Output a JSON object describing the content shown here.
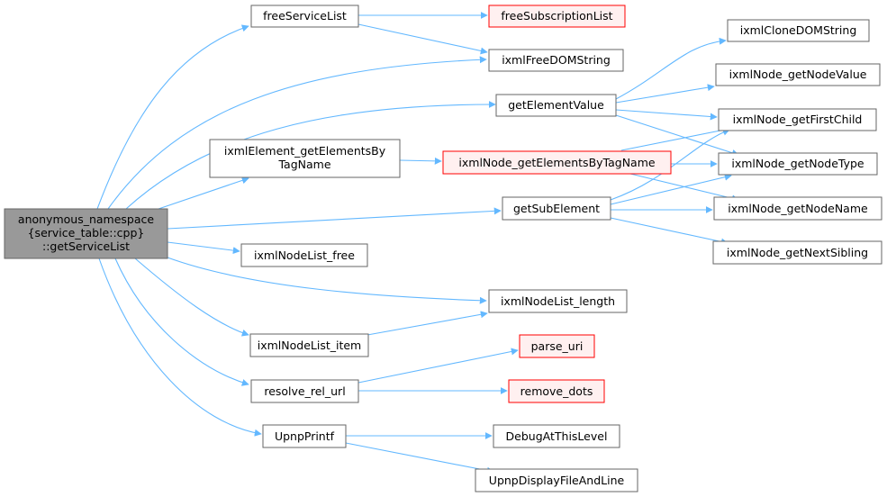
{
  "graph": {
    "root": {
      "lines": [
        "anonymous_namespace",
        "{service_table::cpp}",
        "::getServiceList"
      ]
    },
    "nodes": {
      "freeServiceList": "freeServiceList",
      "freeSubscriptionList": "freeSubscriptionList",
      "ixmlFreeDOMString": "ixmlFreeDOMString",
      "ixmlCloneDOMString": "ixmlCloneDOMString",
      "ixmlNode_getNodeValue": "ixmlNode_getNodeValue",
      "getElementValue": "getElementValue",
      "ixmlNode_getFirstChild": "ixmlNode_getFirstChild",
      "ixmlElement_getElementsByTagName_l1": "ixmlElement_getElementsBy",
      "ixmlElement_getElementsByTagName_l2": "TagName",
      "ixmlNode_getElementsByTagName": "ixmlNode_getElementsByTagName",
      "ixmlNode_getNodeType": "ixmlNode_getNodeType",
      "getSubElement": "getSubElement",
      "ixmlNode_getNodeName": "ixmlNode_getNodeName",
      "ixmlNode_getNextSibling": "ixmlNode_getNextSibling",
      "ixmlNodeList_free": "ixmlNodeList_free",
      "ixmlNodeList_length": "ixmlNodeList_length",
      "ixmlNodeList_item": "ixmlNodeList_item",
      "parse_uri": "parse_uri",
      "resolve_rel_url": "resolve_rel_url",
      "remove_dots": "remove_dots",
      "UpnpPrintf": "UpnpPrintf",
      "DebugAtThisLevel": "DebugAtThisLevel",
      "UpnpDisplayFileAndLine": "UpnpDisplayFileAndLine"
    }
  },
  "colors": {
    "edge": "#63b8ff",
    "root_fill": "#999999",
    "root_border": "#666666",
    "node_fill": "#ffffff",
    "node_border": "#666666",
    "truncated_fill": "#fff0f0",
    "truncated_border": "#ff0000"
  }
}
